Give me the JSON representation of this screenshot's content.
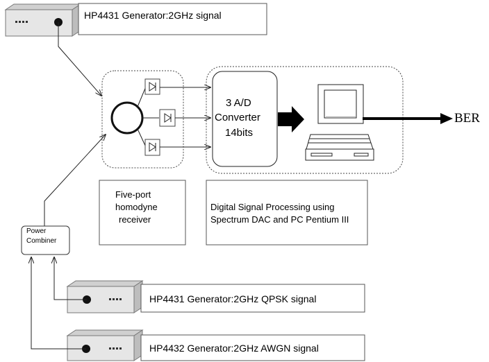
{
  "labels": {
    "gen_top": "HP4431 Generator:2GHz signal",
    "gen_qpsk": "HP4431 Generator:2GHz QPSK signal",
    "gen_awgn": "HP4432 Generator:2GHz AWGN signal",
    "receiver_line1": "Five-port",
    "receiver_line2": "homodyne",
    "receiver_line3": "receiver",
    "dsp_line1": "Digital Signal Processing using",
    "dsp_line2": "Spectrum DAC and PC Pentium III",
    "adc_line1": "3 A/D",
    "adc_line2": "Converter",
    "adc_line3": "14bits",
    "combiner_line1": "Power",
    "combiner_line2": "Combiner",
    "output": "BER"
  }
}
